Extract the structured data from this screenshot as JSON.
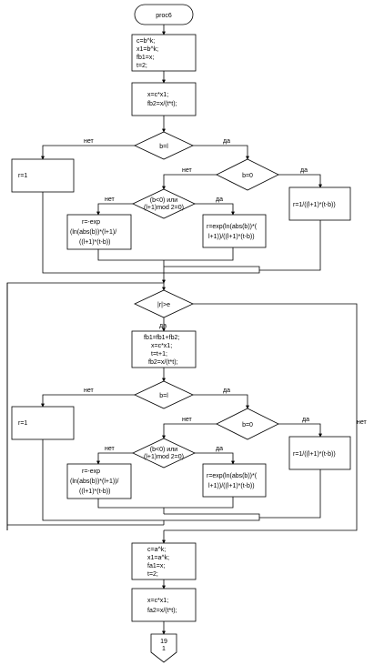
{
  "start_label": "proc6",
  "init_top": [
    "c=b^k;",
    "x1=b^k;",
    "fb1=x;",
    "t=2;"
  ],
  "calc_top": [
    "x=c*x1;",
    "fb2=x/(t*t);"
  ],
  "yes": "да",
  "no": "нет",
  "cond_b1": "b=l",
  "cond_b0": "b=0",
  "cond_parity": [
    "(b<0) или",
    "(l+1)mod 2=0)"
  ],
  "r_const": "r=1",
  "r_exp_left": [
    "r=-exp",
    "(ln(abs(b))*(l+1)/",
    "((l+1)*(t-b))"
  ],
  "r_exp_right": [
    "r=exp(ln(abs(b))*(",
    "l+1))/((l+1)*(t-b))"
  ],
  "r_recip": "r=1/((l+1)*(t-b))",
  "loop_cond": "|r|>e",
  "loop_body": [
    "fb1=fb1+fb2;",
    "x=c*x1;",
    "t=t+1;",
    "fb2=x/(t*t);"
  ],
  "r_exp_left2": [
    "r=-exp",
    "(ln(abs(b))*(l+1))/",
    "((l+1)*(t-b))"
  ],
  "r_exp_right2": [
    "r=exp(ln(abs(b))*(",
    "l+1))/((l+1)*(t-b))"
  ],
  "cond_parity2": [
    "(b<0) или",
    "(l+1)mod 2=0)"
  ],
  "init_bottom": [
    "c=a^k;",
    "x1=a^k;",
    "fa1=x;",
    "t=2;"
  ],
  "calc_bottom": [
    "x=c*x1;",
    "fa2=x/(t*t);"
  ],
  "connector": [
    "19",
    "1"
  ]
}
